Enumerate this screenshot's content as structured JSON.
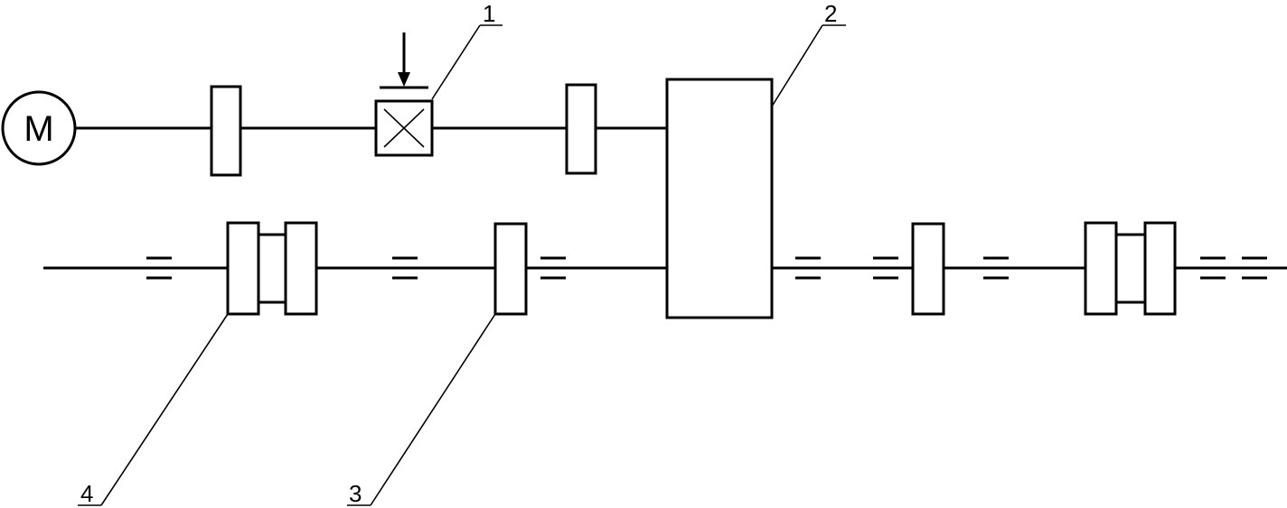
{
  "motor": {
    "symbol": "M"
  },
  "callouts": [
    {
      "id": "1",
      "text": "1"
    },
    {
      "id": "2",
      "text": "2"
    },
    {
      "id": "3",
      "text": "3"
    },
    {
      "id": "4",
      "text": "4"
    }
  ],
  "colors": {
    "line": "#000000",
    "background": "#ffffff"
  }
}
